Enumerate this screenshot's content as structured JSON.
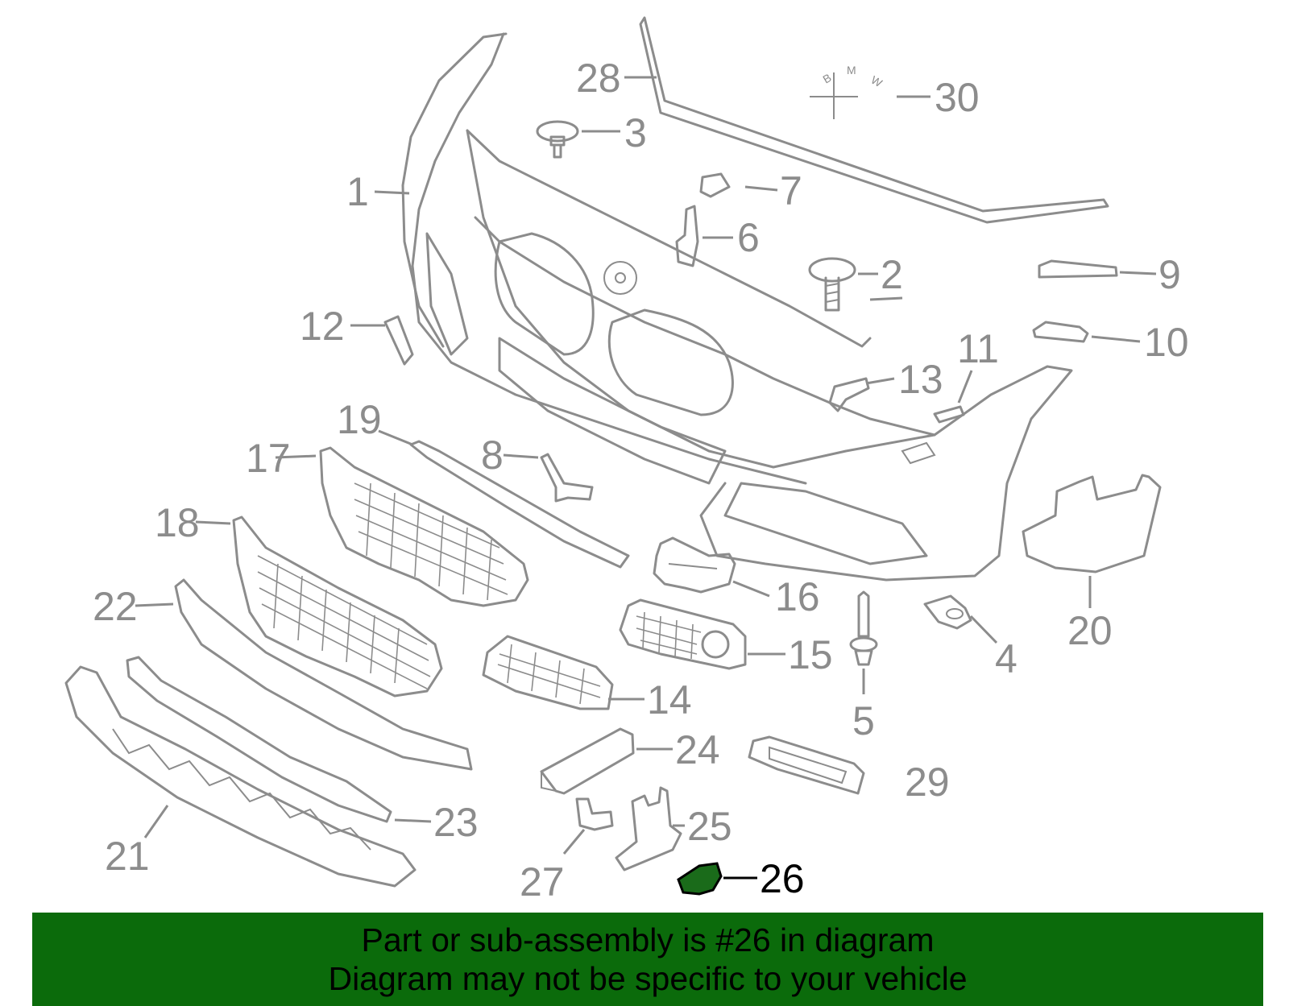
{
  "callouts": [
    {
      "id": "1",
      "label": "1"
    },
    {
      "id": "2",
      "label": "2"
    },
    {
      "id": "3",
      "label": "3"
    },
    {
      "id": "4",
      "label": "4"
    },
    {
      "id": "5",
      "label": "5"
    },
    {
      "id": "6",
      "label": "6"
    },
    {
      "id": "7",
      "label": "7"
    },
    {
      "id": "8",
      "label": "8"
    },
    {
      "id": "9",
      "label": "9"
    },
    {
      "id": "10",
      "label": "10"
    },
    {
      "id": "11",
      "label": "11"
    },
    {
      "id": "12",
      "label": "12"
    },
    {
      "id": "13",
      "label": "13"
    },
    {
      "id": "14",
      "label": "14"
    },
    {
      "id": "15",
      "label": "15"
    },
    {
      "id": "16",
      "label": "16"
    },
    {
      "id": "17",
      "label": "17"
    },
    {
      "id": "18",
      "label": "18"
    },
    {
      "id": "19",
      "label": "19"
    },
    {
      "id": "20",
      "label": "20"
    },
    {
      "id": "21",
      "label": "21"
    },
    {
      "id": "22",
      "label": "22"
    },
    {
      "id": "23",
      "label": "23"
    },
    {
      "id": "24",
      "label": "24"
    },
    {
      "id": "25",
      "label": "25"
    },
    {
      "id": "26",
      "label": "26"
    },
    {
      "id": "27",
      "label": "27"
    },
    {
      "id": "28",
      "label": "28"
    },
    {
      "id": "29",
      "label": "29"
    },
    {
      "id": "30",
      "label": "30"
    }
  ],
  "highlighted_part": "26",
  "banner": {
    "line1": "Part or sub-assembly is #26 in diagram",
    "line2": "Diagram may not be specific to your vehicle"
  },
  "colors": {
    "line_art": "#8c8c8c",
    "banner_bg": "#0b6b0b",
    "highlight_fill": "#1a6b1a",
    "highlight_text": "#000000"
  },
  "emblem": {
    "letters": [
      "B",
      "M",
      "W"
    ]
  }
}
